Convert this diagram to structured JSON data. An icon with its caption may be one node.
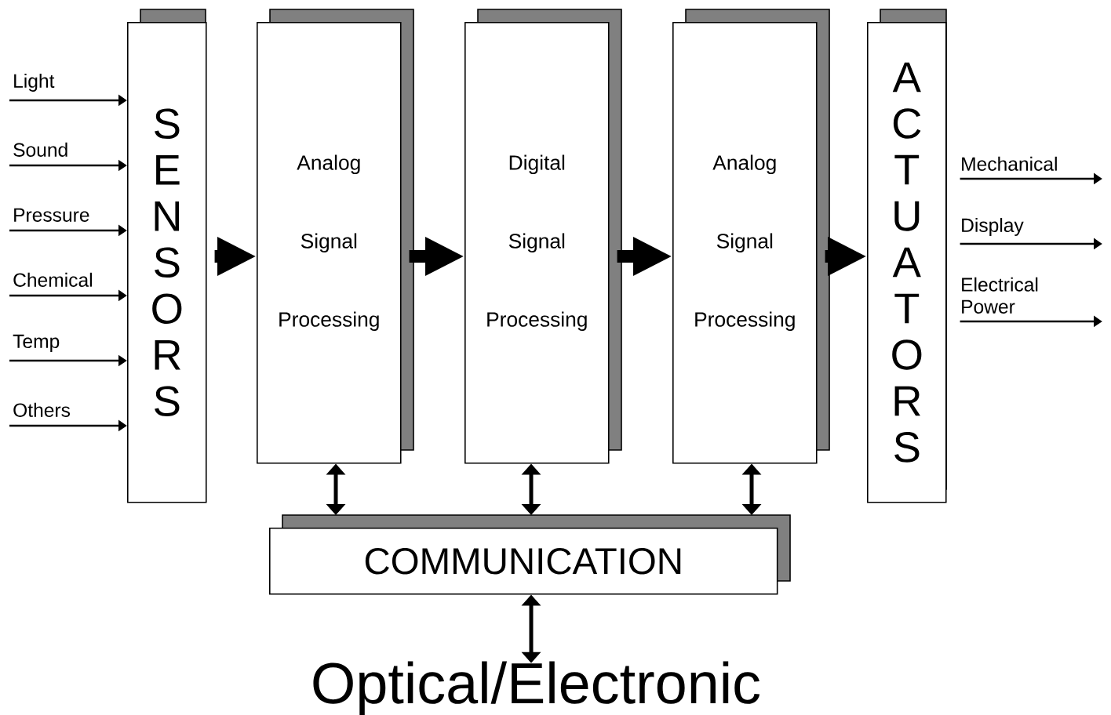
{
  "diagram": {
    "nodes": [
      {
        "text": [
          "SENSORS"
        ]
      },
      {
        "text": [
          "Analog Signal Processing"
        ]
      },
      {
        "text": [
          "Digital Signal Processing"
        ]
      },
      {
        "text": [
          "Analog Signal Processing"
        ]
      },
      {
        "text": [
          "ACTUATORS"
        ]
      },
      {
        "text": [
          "COMMUNICATION"
        ]
      },
      {
        "text": [
          "Optical/Electronic"
        ]
      }
    ],
    "edges": [
      {
        "from": null,
        "to": 0,
        "arrow": "to",
        "label": "Light"
      },
      {
        "from": null,
        "to": 0,
        "arrow": "to",
        "label": "Sound"
      },
      {
        "from": null,
        "to": 0,
        "arrow": "to",
        "label": "Pressure"
      },
      {
        "from": null,
        "to": 0,
        "arrow": "to",
        "label": "Chemical"
      },
      {
        "from": null,
        "to": 0,
        "arrow": "to",
        "label": "Temp"
      },
      {
        "from": null,
        "to": 0,
        "arrow": "to",
        "label": "Others"
      },
      {
        "from": 0,
        "to": 1,
        "arrow": "to",
        "style": "thick"
      },
      {
        "from": 1,
        "to": 2,
        "arrow": "to",
        "style": "thick"
      },
      {
        "from": 2,
        "to": 3,
        "arrow": "to",
        "style": "thick"
      },
      {
        "from": 3,
        "to": 4,
        "arrow": "to",
        "style": "thick"
      },
      {
        "from": 4,
        "to": null,
        "arrow": "to",
        "label": "Mechanical"
      },
      {
        "from": 4,
        "to": null,
        "arrow": "to",
        "label": "Display"
      },
      {
        "from": 4,
        "to": null,
        "arrow": "to",
        "label": "Electrical Power"
      },
      {
        "from": 1,
        "to": 5,
        "arrow": "both",
        "style": "thick"
      },
      {
        "from": 2,
        "to": 5,
        "arrow": "both",
        "style": "thick"
      },
      {
        "from": 3,
        "to": 5,
        "arrow": "both",
        "style": "thick"
      },
      {
        "from": 5,
        "to": 6,
        "arrow": "both",
        "style": "thick"
      }
    ]
  }
}
